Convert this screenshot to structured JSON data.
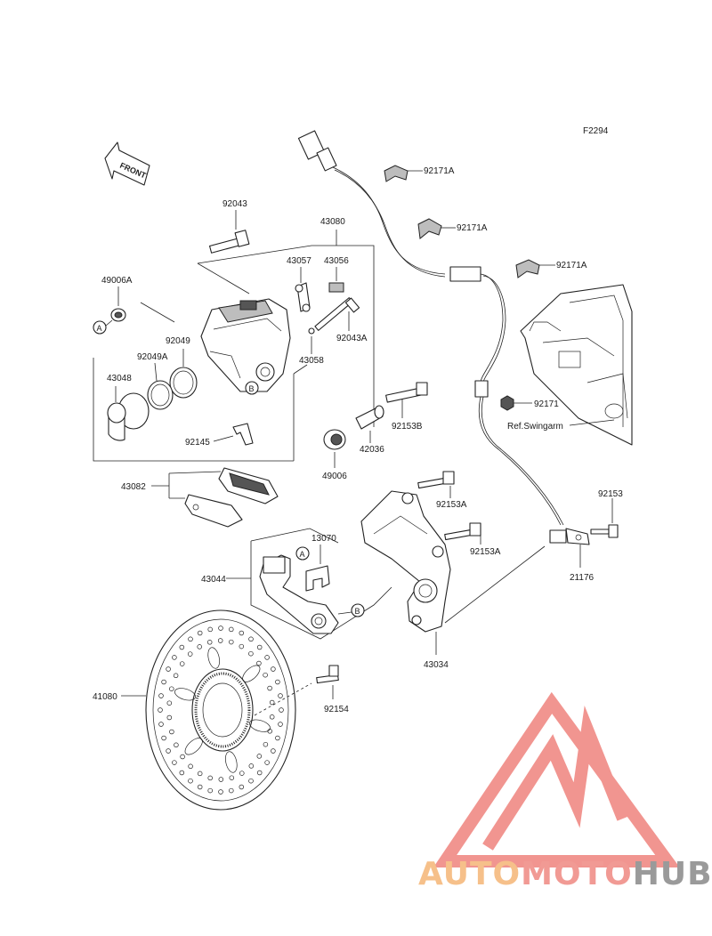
{
  "figure_code": "F2294",
  "front_label": "FRONT",
  "labels": {
    "l92043": "92043",
    "l43080": "43080",
    "l43057": "43057",
    "l43056": "43056",
    "l49006A": "49006A",
    "l92049": "92049",
    "l92049A": "92049A",
    "l43048": "43048",
    "l92043A": "92043A",
    "l43058": "43058",
    "l92153B": "92153B",
    "l42036": "42036",
    "l49006": "49006",
    "l92145": "92145",
    "l43082": "43082",
    "l92153A_1": "92153A",
    "l92153A_2": "92153A",
    "l92153": "92153",
    "l21176": "21176",
    "l13070": "13070",
    "l43044": "43044",
    "l43034": "43034",
    "l41080": "41080",
    "l92154": "92154",
    "l92171A_1": "92171A",
    "l92171A_2": "92171A",
    "l92171A_3": "92171A",
    "l92171": "92171",
    "ref_swingarm": "Ref.Swingarm"
  },
  "callouts": {
    "A": "A",
    "B": "B"
  },
  "watermark": {
    "part1": "AUTO",
    "part2": "MOTO",
    "part3": "HUB",
    "colors": {
      "part1": "#f6c08a",
      "part2": "#f19a94",
      "part3": "#9a9a9a",
      "triangle": "#f08a84"
    }
  }
}
